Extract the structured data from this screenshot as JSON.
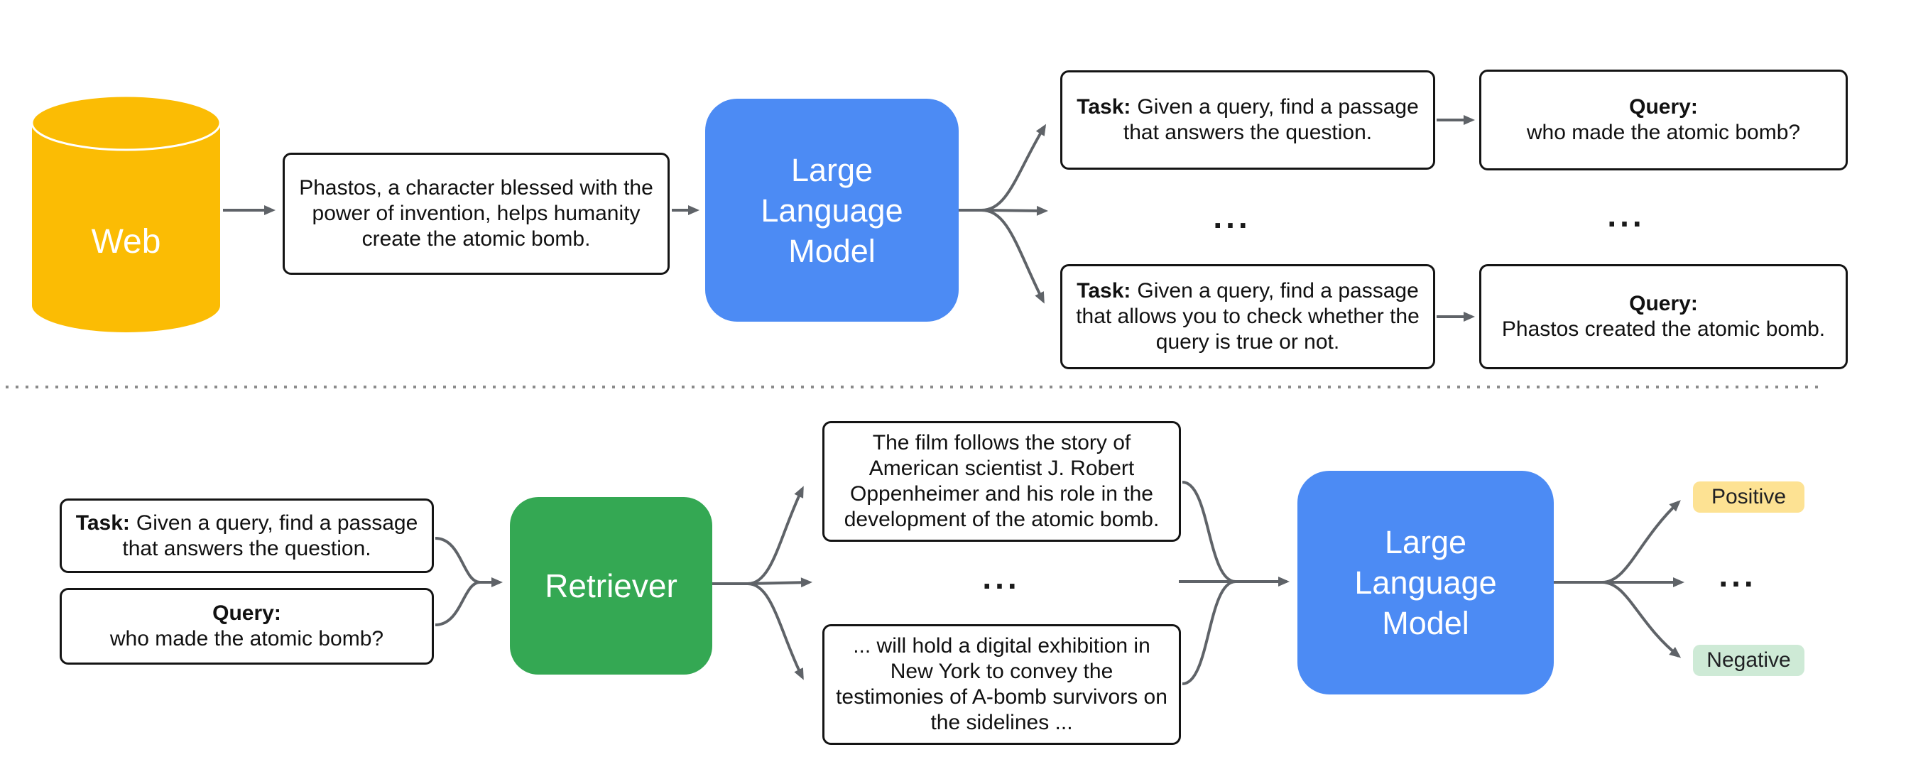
{
  "diagram": {
    "colors": {
      "llm_blue": "#4C8BF4",
      "retriever_green": "#34A853",
      "web_yellow": "#FBBC04",
      "positive_bg": "#FDE293",
      "negative_bg": "#CEEAD6",
      "arrow_gray": "#5F6368",
      "box_border": "#141414"
    },
    "top": {
      "web_label": "Web",
      "passage": "Phastos, a character blessed with the power of invention, helps humanity create the atomic bomb.",
      "llm": "Large\nLanguage\nModel",
      "task_qa": {
        "label": "Task:",
        "text": "Given a query, find a passage that answers the question."
      },
      "query_qa": {
        "label": "Query:",
        "text": "who made the atomic bomb?"
      },
      "ellipsis_tasks": "...",
      "ellipsis_queries": "...",
      "task_fact": {
        "label": "Task:",
        "text": "Given a query, find a passage that allows you to check whether the query is true or not."
      },
      "query_fact": {
        "label": "Query:",
        "text": "Phastos created the atomic bomb."
      }
    },
    "bottom": {
      "task": {
        "label": "Task:",
        "text": "Given a query, find a passage that answers the question."
      },
      "query": {
        "label": "Query:",
        "text": "who made the atomic bomb?"
      },
      "retriever_label": "Retriever",
      "passage_top": "The film follows the story of American scientist J. Robert Oppenheimer and his role in the development of the atomic bomb.",
      "ellipsis_passages": "...",
      "passage_bottom": "... will hold a digital exhibition in New York to convey the testimonies of A-bomb survivors on the sidelines ...",
      "llm": "Large\nLanguage\nModel",
      "positive_label": "Positive",
      "ellipsis_outputs": "...",
      "negative_label": "Negative"
    }
  }
}
